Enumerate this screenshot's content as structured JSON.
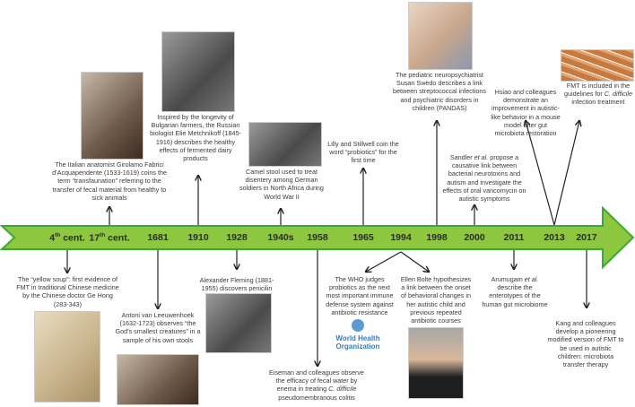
{
  "timeline": {
    "band_color": "#8dc63f",
    "years": [
      "4th cent.",
      "17th cent.",
      "1681",
      "1910",
      "1928",
      "1940s",
      "1958",
      "1965",
      "1994",
      "1998",
      "2000",
      "2011",
      "2013",
      "2017"
    ]
  },
  "events_top": {
    "fabrici": "The Italian anatomist Girolamo Fabrici d’Acquapendente (1533-1619) coins the term “transfaunation” referring to the transfer of fecal material from healthy to sick animals",
    "metchnikoff": "Inspired by the longevity of Bulgarian farmers, the Russian biologist Elie Metchnikoff (1845-1916) describes the healthy effects of fermented dairy products",
    "camel": "Camel stool used to treat disentery among German soldiers in North Africa during World War II",
    "lilly": "Lilly and Stillwell coin the word “probiotics” for the first time",
    "swedo": "The pediatric neuropsychiatrist Susan Swedo describes a link between streptococcal infections and psychiatric disorders  in children (PANDAS)",
    "sandler_pre": "Sandler ",
    "sandler_etal": "et al.",
    "sandler_post": " propose a causative link between bacterial neurotoxins and autism and investigate the effects of oral vancomycin on autistic symptoms",
    "hsiao": "Hsiao and colleagues demonstrate an improvement in autistic-like behavior in a mouse model after gut microbiota restoration",
    "fmt_pre": "FMT is included in the guidelines for ",
    "fmt_italic": "C. difficile",
    "fmt_post": " infection treatment"
  },
  "events_bottom": {
    "yellow_soup": "The “yellow soup”: first evidence of FMT in traditional Chinese medicine  by  the Chinese doctor Ge Hong (283-343)",
    "leeuwenhoek": "Antoni van Leeuwenhoek (1632-1723) observes “the God’s smallest creatures” in a sample of his own stools",
    "fleming": "Alexander Fleming (1881-1955) discovers penicilin",
    "eiseman_pre": "Eiseman and colleagues observe the efficacy of fecal water by enema in treating ",
    "eiseman_italic": "C. difficile",
    "eiseman_post": " pseudomembranous colitis",
    "who": "The WHO judges probiotics as the next most important immune defense system against antibiotic resistance",
    "who_logo": "World Health Organization",
    "bolte": "Ellen Bolte hypothesizes a link between the onset of behavioral changes in her autistic child and previous repeated antibiotic courses",
    "arumugam_pre": "Arumugam ",
    "arumugam_etal": "et al.",
    "arumugam_post": " describe the enterotypes of the human gut microbiome",
    "kang": "Kang and colleagues develop a pioneering modified version of FMT to be used in autistic children: microbiota transfer therapy"
  }
}
